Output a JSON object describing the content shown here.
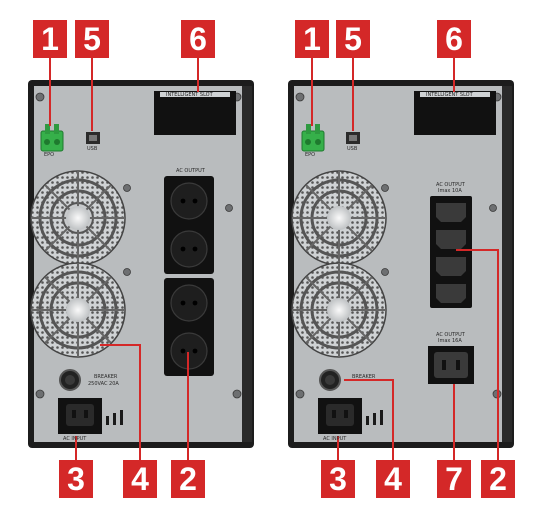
{
  "colors": {
    "badge": "#d42828",
    "panel": "#b9bcbe",
    "frame": "#1c1c1c",
    "socket": "#111111",
    "connector": "#36b04a"
  },
  "left_unit": {
    "epo_label": "EPO",
    "usb_label": "USB",
    "slot_label": "INTELLIGENT SLOT",
    "ac_output_label": "AC OUTPUT",
    "breaker_label": "BREAKER",
    "breaker_rating": "250VAC 20A",
    "ac_input_label": "AC INPUT",
    "badges": [
      "1",
      "5",
      "6",
      "3",
      "4",
      "2"
    ]
  },
  "right_unit": {
    "epo_label": "EPO",
    "usb_label": "USB",
    "slot_label": "INTELLIGENT SLOT",
    "ac_output_label": "AC OUTPUT",
    "ac_output_rating": "Imax 10A",
    "ac_output2_label": "AC OUTPUT",
    "ac_output2_rating": "Imax 16A",
    "breaker_label": "BREAKER",
    "ac_input_label": "AC INPUT",
    "badges": [
      "1",
      "5",
      "6",
      "3",
      "4",
      "7",
      "2"
    ]
  }
}
